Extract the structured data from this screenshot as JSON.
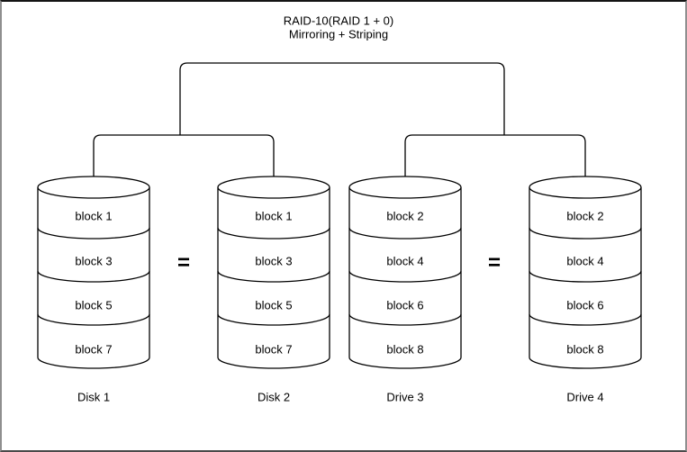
{
  "title": {
    "line1": "RAID-10(RAID 1 + 0)",
    "line2": "Mirroring + Striping"
  },
  "equals_sign": "=",
  "disks": [
    {
      "label": "Disk 1",
      "blocks": [
        "block 1",
        "block 3",
        "block 5",
        "block 7"
      ]
    },
    {
      "label": "Disk 2",
      "blocks": [
        "block 1",
        "block 3",
        "block 5",
        "block 7"
      ]
    },
    {
      "label": "Drive 3",
      "blocks": [
        "block 2",
        "block 4",
        "block 6",
        "block 8"
      ]
    },
    {
      "label": "Drive 4",
      "blocks": [
        "block 2",
        "block 4",
        "block 6",
        "block 8"
      ]
    }
  ],
  "colors": {
    "line": "#000000",
    "text": "#000000",
    "background": "#ffffff",
    "frame_top": "#141414",
    "frame_sides": "#8f8f8f",
    "frame_bottom": "#4a4a4a"
  }
}
